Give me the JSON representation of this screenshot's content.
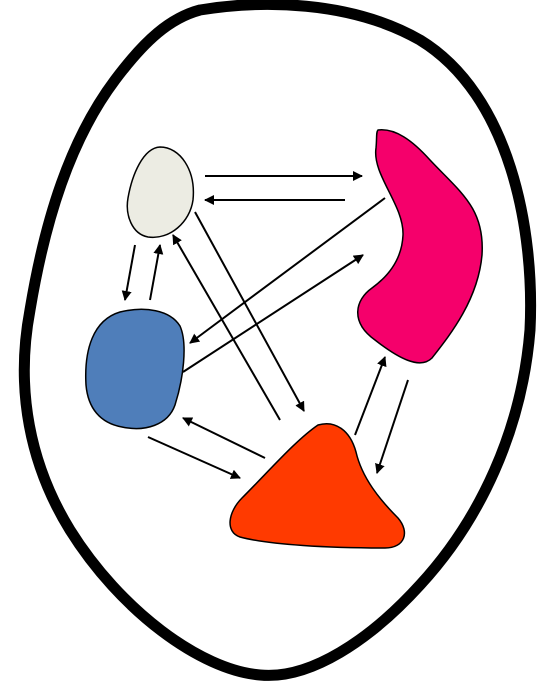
{
  "diagram": {
    "boundary": {
      "shape": "closed-blob",
      "stroke": "#000000",
      "fill": "#ffffff"
    },
    "nodes": [
      {
        "id": "cream",
        "fill": "#ECECE3"
      },
      {
        "id": "pink",
        "fill": "#F5006B"
      },
      {
        "id": "blue",
        "fill": "#4F7EBA"
      },
      {
        "id": "orange",
        "fill": "#FF3A00"
      }
    ],
    "edges": [
      {
        "from": "cream",
        "to": "pink"
      },
      {
        "from": "pink",
        "to": "cream"
      },
      {
        "from": "cream",
        "to": "blue"
      },
      {
        "from": "blue",
        "to": "cream"
      },
      {
        "from": "pink",
        "to": "blue"
      },
      {
        "from": "blue",
        "to": "pink"
      },
      {
        "from": "cream",
        "to": "orange"
      },
      {
        "from": "orange",
        "to": "cream"
      },
      {
        "from": "blue",
        "to": "orange"
      },
      {
        "from": "orange",
        "to": "blue"
      },
      {
        "from": "orange",
        "to": "pink"
      },
      {
        "from": "pink",
        "to": "orange"
      }
    ]
  }
}
